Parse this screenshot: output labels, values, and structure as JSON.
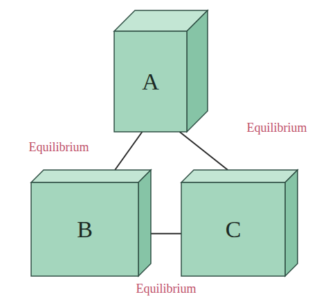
{
  "diagram": {
    "nodes": [
      {
        "text": [
          "A"
        ]
      },
      {
        "text": [
          "B"
        ]
      },
      {
        "text": [
          "C"
        ]
      }
    ],
    "edges": [
      {
        "from": 0,
        "to": 1,
        "arrow": "none",
        "label": "Equilibrium"
      },
      {
        "from": 0,
        "to": 2,
        "arrow": "none",
        "label": "Equilibrium"
      },
      {
        "from": 1,
        "to": 2,
        "arrow": "none",
        "label": "Equilibrium"
      }
    ]
  }
}
